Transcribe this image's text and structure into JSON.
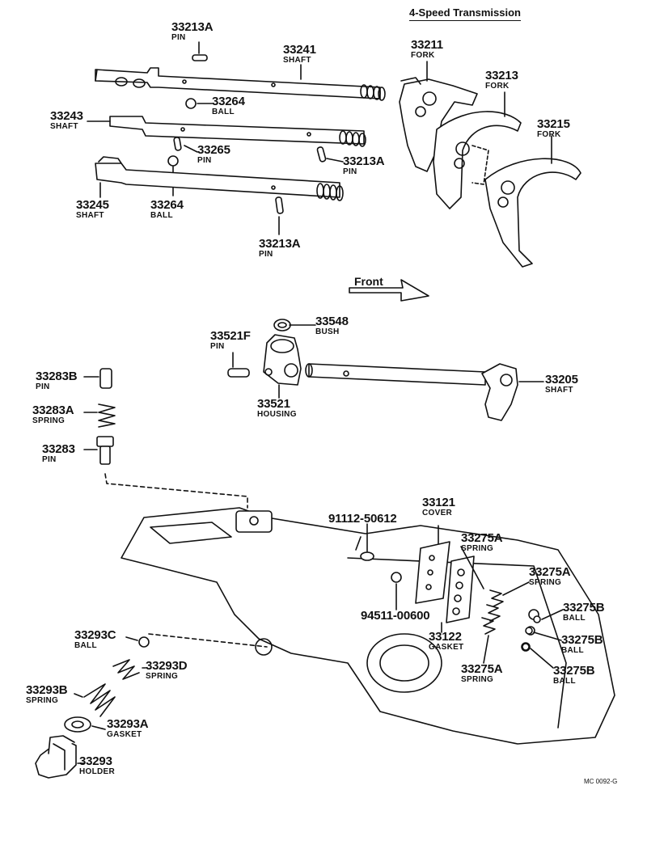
{
  "title": "4-Speed Transmission",
  "front_label": "Front",
  "drawing_code": "MC 0092-G",
  "parts": [
    {
      "id": "pin-33213a-top",
      "number": "33213A",
      "name": "PIN"
    },
    {
      "id": "shaft-33241",
      "number": "33241",
      "name": "SHAFT"
    },
    {
      "id": "fork-33211",
      "number": "33211",
      "name": "FORK"
    },
    {
      "id": "fork-33213",
      "number": "33213",
      "name": "FORK"
    },
    {
      "id": "fork-33215",
      "number": "33215",
      "name": "FORK"
    },
    {
      "id": "ball-33264-top",
      "number": "33264",
      "name": "BALL"
    },
    {
      "id": "shaft-33243",
      "number": "33243",
      "name": "SHAFT"
    },
    {
      "id": "pin-33265",
      "number": "33265",
      "name": "PIN"
    },
    {
      "id": "pin-33213a-mid",
      "number": "33213A",
      "name": "PIN"
    },
    {
      "id": "shaft-33245",
      "number": "33245",
      "name": "SHAFT"
    },
    {
      "id": "ball-33264-bottom",
      "number": "33264",
      "name": "BALL"
    },
    {
      "id": "pin-33213a-bottom",
      "number": "33213A",
      "name": "PIN"
    },
    {
      "id": "bush-33548",
      "number": "33548",
      "name": "BUSH"
    },
    {
      "id": "pin-33521f",
      "number": "33521F",
      "name": "PIN"
    },
    {
      "id": "housing-33521",
      "number": "33521",
      "name": "HOUSING"
    },
    {
      "id": "shaft-33205",
      "number": "33205",
      "name": "SHAFT"
    },
    {
      "id": "pin-33283b",
      "number": "33283B",
      "name": "PIN"
    },
    {
      "id": "spring-33283a",
      "number": "33283A",
      "name": "SPRING"
    },
    {
      "id": "pin-33283",
      "number": "33283",
      "name": "PIN"
    },
    {
      "id": "bolt-91112",
      "number": "91112-50612",
      "name": ""
    },
    {
      "id": "cover-33121",
      "number": "33121",
      "name": "COVER"
    },
    {
      "id": "spring-33275a-1",
      "number": "33275A",
      "name": "SPRING"
    },
    {
      "id": "spring-33275a-2",
      "number": "33275A",
      "name": "SPRING"
    },
    {
      "id": "plug-94511",
      "number": "94511-00600",
      "name": ""
    },
    {
      "id": "gasket-33122",
      "number": "33122",
      "name": "GASKET"
    },
    {
      "id": "ball-33275b-1",
      "number": "33275B",
      "name": "BALL"
    },
    {
      "id": "ball-33275b-2",
      "number": "33275B",
      "name": "BALL"
    },
    {
      "id": "spring-33275a-3",
      "number": "33275A",
      "name": "SPRING"
    },
    {
      "id": "ball-33275b-3",
      "number": "33275B",
      "name": "BALL"
    },
    {
      "id": "ball-33293c",
      "number": "33293C",
      "name": "BALL"
    },
    {
      "id": "spring-33293d",
      "number": "33293D",
      "name": "SPRING"
    },
    {
      "id": "spring-33293b",
      "number": "33293B",
      "name": "SPRING"
    },
    {
      "id": "gasket-33293a",
      "number": "33293A",
      "name": "GASKET"
    },
    {
      "id": "holder-33293",
      "number": "33293",
      "name": "HOLDER"
    }
  ]
}
